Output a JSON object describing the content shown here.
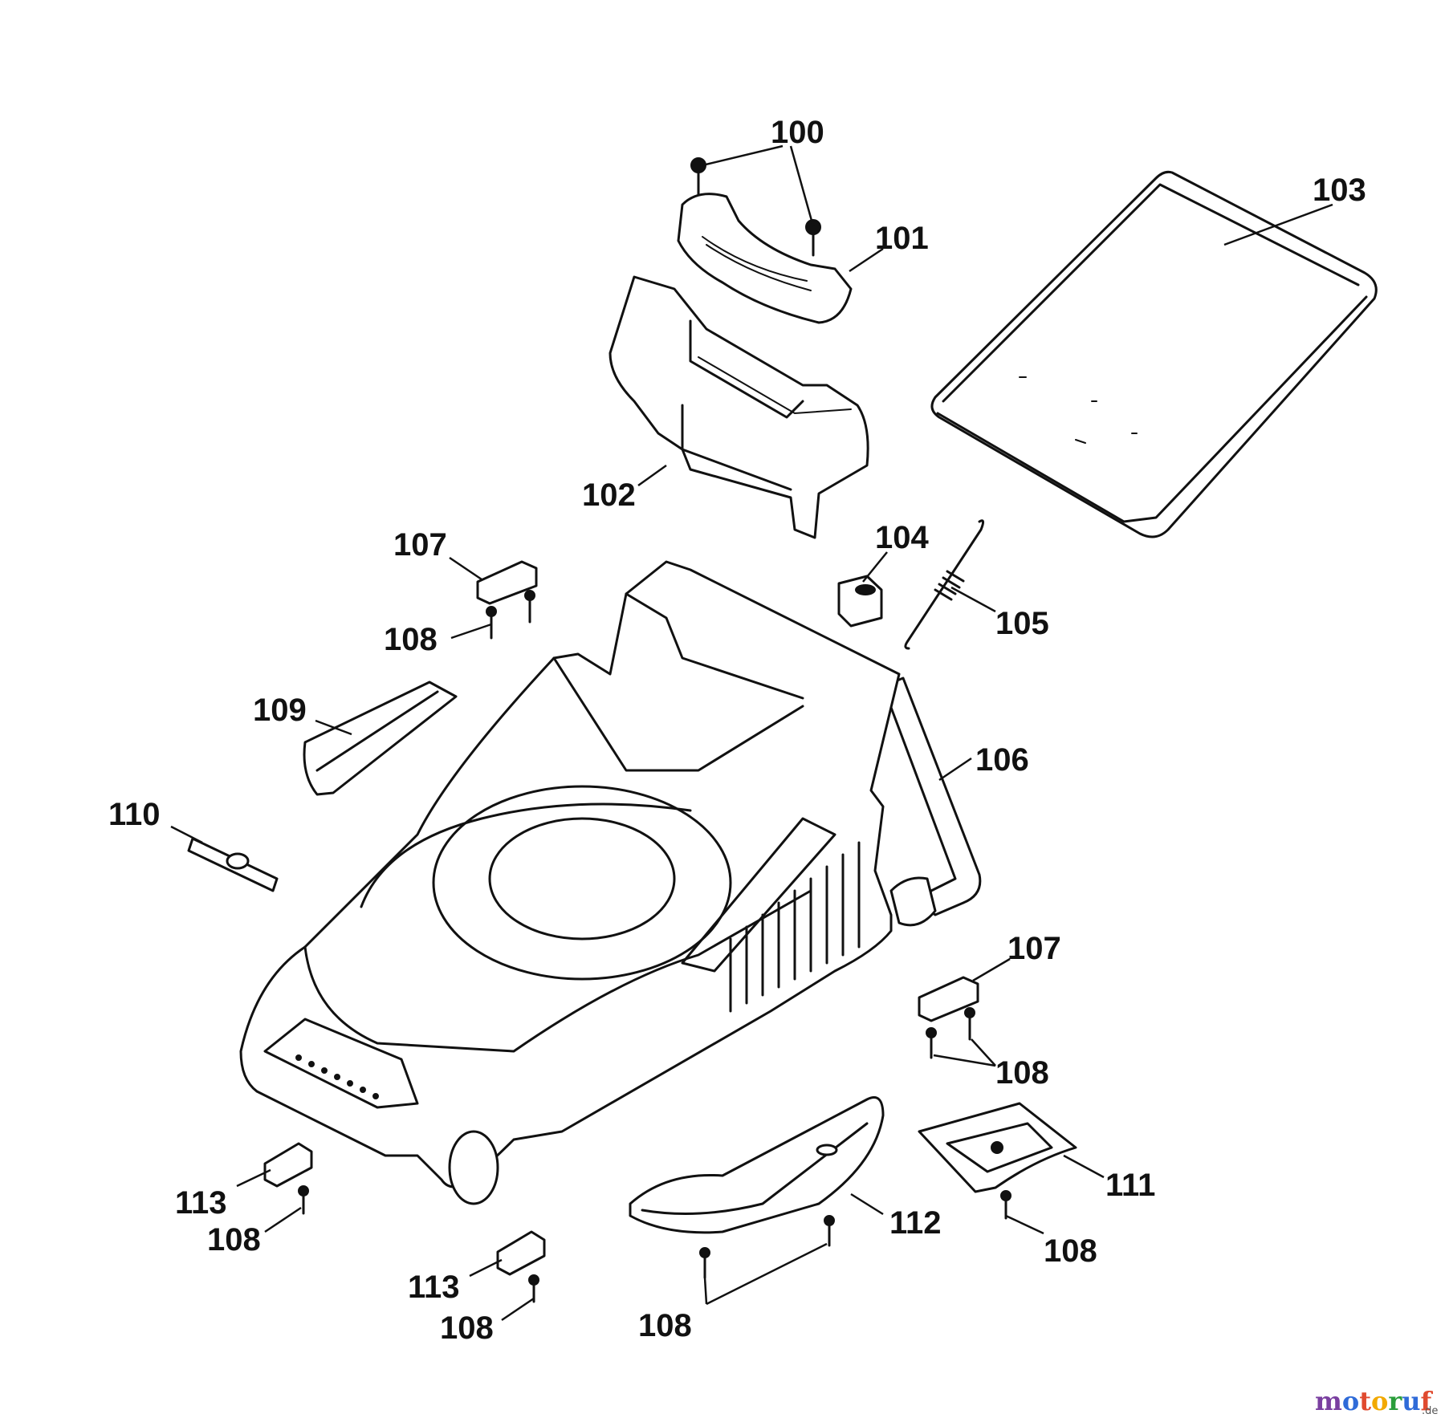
{
  "callouts": {
    "c100": "100",
    "c101": "101",
    "c102": "102",
    "c103": "103",
    "c104": "104",
    "c105": "105",
    "c106": "106",
    "c107a": "107",
    "c107b": "107",
    "c108a": "108",
    "c108b": "108",
    "c108c": "108",
    "c108d": "108",
    "c108e": "108",
    "c108f": "108",
    "c109": "109",
    "c110": "110",
    "c111": "111",
    "c112": "112",
    "c113a": "113",
    "c113b": "113"
  },
  "watermark": {
    "brand": "motoruf",
    "domain": ".de",
    "colors": {
      "m": "#7a3fa0",
      "o": "#2f6bd8",
      "t": "#e04a2f",
      "o2": "#f2a900",
      "r": "#2a9d3a",
      "u": "#2f6bd8",
      "f": "#e04a2f"
    }
  }
}
